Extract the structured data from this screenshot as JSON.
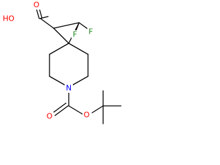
{
  "diagram": {
    "background_color": "#ffffff",
    "bond_color": "#000000",
    "atom_colors": {
      "O": "#ff0000",
      "F": "#228b22",
      "N": "#0000ff",
      "C": "#000000"
    },
    "atoms": {
      "hydroxyl": {
        "label": "HO",
        "element": "O"
      },
      "carbonyl_oxygen_top": {
        "label": "O",
        "element": "O"
      },
      "fluorine_left": {
        "label": "F",
        "element": "F"
      },
      "fluorine_right": {
        "label": "F",
        "element": "F"
      },
      "nitrogen": {
        "label": "N",
        "element": "N"
      },
      "carbonyl_oxygen_bottom": {
        "label": "O",
        "element": "O"
      },
      "ether_oxygen": {
        "label": "O",
        "element": "O"
      }
    }
  }
}
